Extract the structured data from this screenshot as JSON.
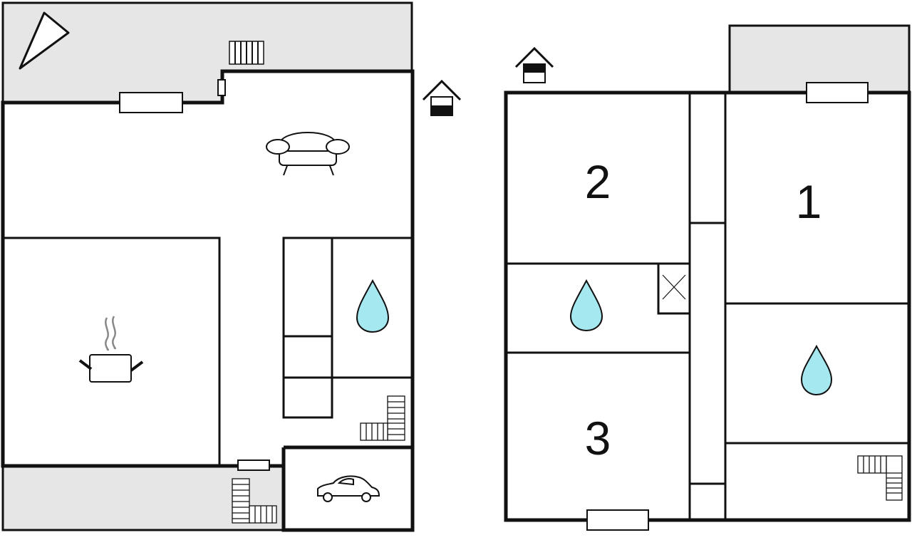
{
  "floor_plan": {
    "ground_floor": {
      "icons": [
        "compass-north-icon",
        "sofa-icon",
        "kitchen-pot-icon",
        "water-drop-icon",
        "stairs-icon",
        "car-icon",
        "house-entrance-icon"
      ]
    },
    "upper_floor": {
      "rooms": [
        {
          "number": "2"
        },
        {
          "number": "1"
        },
        {
          "number": "3"
        }
      ],
      "icons": [
        "water-drop-icon",
        "water-drop-icon",
        "stairs-icon",
        "house-entrance-icon"
      ]
    },
    "colors": {
      "terrace": "#e6e6e6",
      "water_drop": "#a6e8f0",
      "walls": "#111111"
    }
  }
}
